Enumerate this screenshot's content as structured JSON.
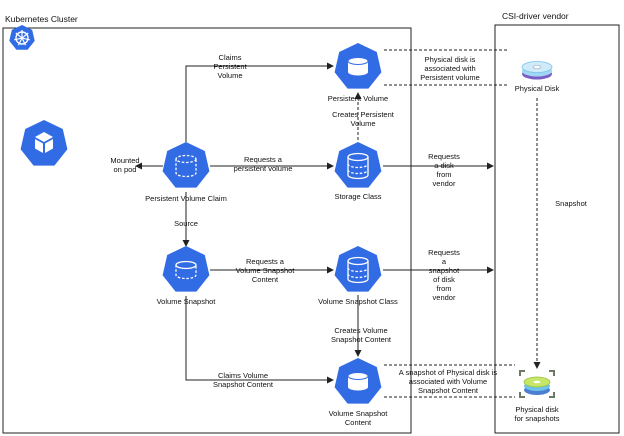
{
  "regions": {
    "cluster_title": "Kubernetes Cluster",
    "vendor_title": "CSI-driver vendor"
  },
  "nodes": {
    "pod": "pod",
    "pvc": "Persistent Volume Claim",
    "pv": "Persistent Volume",
    "storage_class": "Storage Class",
    "volume_snapshot": "Volume Snapshot",
    "vsc_class": "Volume Snapshot Class",
    "vs_content": "Volume Snapshot\nContent",
    "physical_disk": "Physical Disk",
    "snapshot_disk": "Physical disk\nfor snapshots"
  },
  "edges": {
    "mounted": "Mounted\non pod",
    "claims_pv": "Claims\nPersistent\nVolume",
    "req_pv": "Requests a\npersistent volume",
    "creates_pv": "Creates Persistent\nVolume",
    "source": "Source",
    "req_vsc": "Requests a\nVolume Snapshot\nContent",
    "creates_vsc": "Creates Volume\nSnapshot Content",
    "claims_vsc": "Claims Volume\nSnapshot Content",
    "req_disk": "Requests\na disk\nfrom\nvendor",
    "req_snap": "Requests\na\nsnapshot\nof disk\nfrom\nvendor",
    "pd_assoc": "Physical disk is\nassociated with\nPersistent volume",
    "snap_assoc": "A snapshot of Physical disk is\nassociated with Volume\nSnapshot Content",
    "snapshot": "Snapshot"
  },
  "colors": {
    "k8s_blue": "#326ce5",
    "line": "#222222"
  }
}
